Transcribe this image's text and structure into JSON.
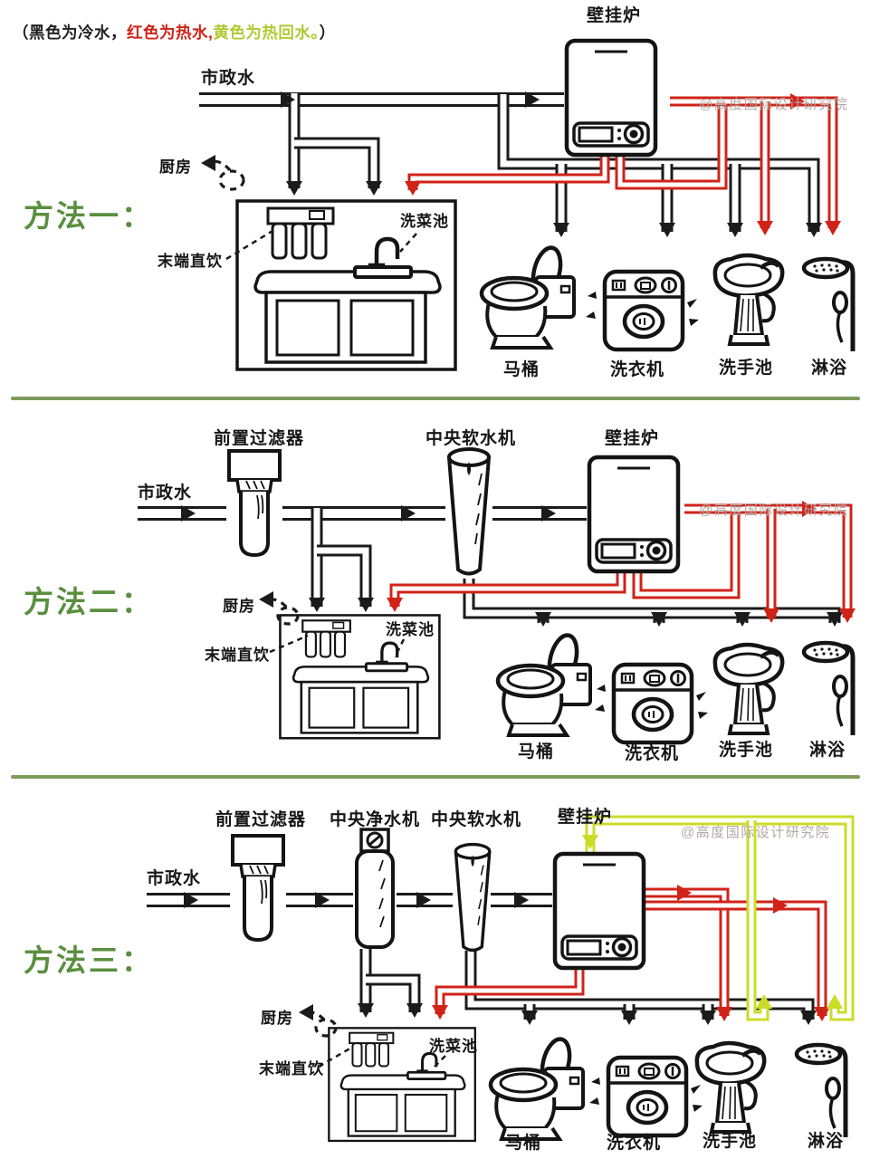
{
  "legend": {
    "parts": [
      {
        "text": "（黑色为冷水，",
        "color": "#222222"
      },
      {
        "text": "红色为热水,",
        "color": "#cc2418"
      },
      {
        "text": "黄色为热回水。",
        "color": "#b2c935"
      },
      {
        "text": "）",
        "color": "#222222"
      }
    ]
  },
  "watermark": "@高度国际设计研究院",
  "colors": {
    "cold_pipe": "#1b1b1b",
    "hot_pipe": "#d02318",
    "hot_return_pipe": "#cbdc28",
    "method_label": "#5a8f3e",
    "divider": "#7d9c5b"
  },
  "methods": [
    {
      "name": "方法一：",
      "municipal": "市政水",
      "boiler": "壁挂炉",
      "kitchen": "厨房",
      "terminal_drinking": "末端直饮",
      "kitchen_sink": "洗菜池",
      "fixtures": [
        "马桶",
        "洗衣机",
        "洗手池",
        "淋浴"
      ]
    },
    {
      "name": "方法二：",
      "municipal": "市政水",
      "prefilter": "前置过滤器",
      "softener": "中央软水机",
      "boiler": "壁挂炉",
      "kitchen": "厨房",
      "terminal_drinking": "末端直饮",
      "kitchen_sink": "洗菜池",
      "fixtures": [
        "马桶",
        "洗衣机",
        "洗手池",
        "淋浴"
      ]
    },
    {
      "name": "方法三：",
      "municipal": "市政水",
      "prefilter": "前置过滤器",
      "purifier": "中央净水机",
      "softener": "中央软水机",
      "boiler": "壁挂炉",
      "kitchen": "厨房",
      "terminal_drinking": "末端直饮",
      "kitchen_sink": "洗菜池",
      "fixtures": [
        "马桶",
        "洗衣机",
        "洗手池",
        "淋浴"
      ]
    }
  ]
}
